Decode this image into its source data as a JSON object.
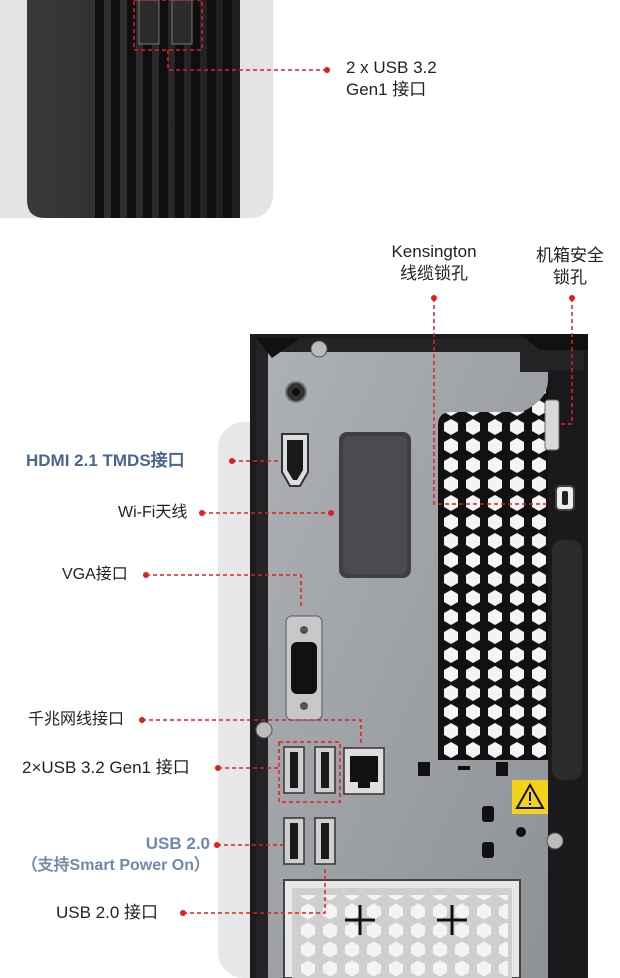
{
  "labels": {
    "usb_top_line1": "2 x USB 3.2",
    "usb_top_line2": "Gen1 接口",
    "kensington_line1": "Kensington",
    "kensington_line2": "线缆锁孔",
    "chassis_lock_line1": "机箱安全",
    "chassis_lock_line2": "锁孔",
    "hdmi": "HDMI 2.1 TMDS接口",
    "wifi": "Wi-Fi天线",
    "vga": "VGA接口",
    "ethernet": "千兆网线接口",
    "usb32_rear": "2×USB 3.2 Gen1 接口",
    "usb20_power_line1": "USB 2.0",
    "usb20_power_line2": "（支持Smart Power On）",
    "usb20_rear": "USB 2.0 接口"
  },
  "colors": {
    "callout_red": "#e02020",
    "blue_label": "#4a6690",
    "light_blue_label": "#6f88ad",
    "chassis_dark": "#1c1c1e",
    "panel_gray": "#9da0a4"
  },
  "icons": [
    "warning-icon",
    "headphone-icon",
    "hdmi-icon",
    "network-icon"
  ]
}
